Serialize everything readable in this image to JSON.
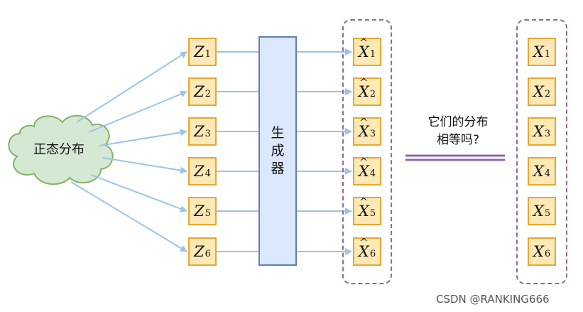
{
  "source_label": "正态分布",
  "generator_chars": [
    "生",
    "成",
    "器"
  ],
  "latent": [
    {
      "symbol": "Z",
      "sub": "1"
    },
    {
      "symbol": "Z",
      "sub": "2"
    },
    {
      "symbol": "Z",
      "sub": "3"
    },
    {
      "symbol": "Z",
      "sub": "4"
    },
    {
      "symbol": "Z",
      "sub": "5"
    },
    {
      "symbol": "Z",
      "sub": "6"
    }
  ],
  "generated": [
    {
      "symbol": "X",
      "hat": "^",
      "sub": "1"
    },
    {
      "symbol": "X",
      "hat": "^",
      "sub": "2"
    },
    {
      "symbol": "X",
      "hat": "^",
      "sub": "3"
    },
    {
      "symbol": "X",
      "hat": "^",
      "sub": "4"
    },
    {
      "symbol": "X",
      "hat": "^",
      "sub": "5"
    },
    {
      "symbol": "X",
      "hat": "^",
      "sub": "6"
    }
  ],
  "real": [
    {
      "symbol": "X",
      "sub": "1"
    },
    {
      "symbol": "X",
      "sub": "2"
    },
    {
      "symbol": "X",
      "sub": "3"
    },
    {
      "symbol": "X",
      "sub": "4"
    },
    {
      "symbol": "X",
      "sub": "5"
    },
    {
      "symbol": "X",
      "sub": "6"
    }
  ],
  "question": [
    "它们的分布",
    "相等吗?"
  ],
  "watermark": "CSDN @RANKING666",
  "colors": {
    "box_fill": "#fde9b5",
    "box_border": "#e8a630",
    "generator_fill": "#dbe8fb",
    "generator_border": "#5a7fb4",
    "arrow": "#9cc3ea",
    "cloud_fill": "#d5e8d4",
    "cloud_border": "#82b366",
    "dashed_border": "#8d6aa8"
  }
}
